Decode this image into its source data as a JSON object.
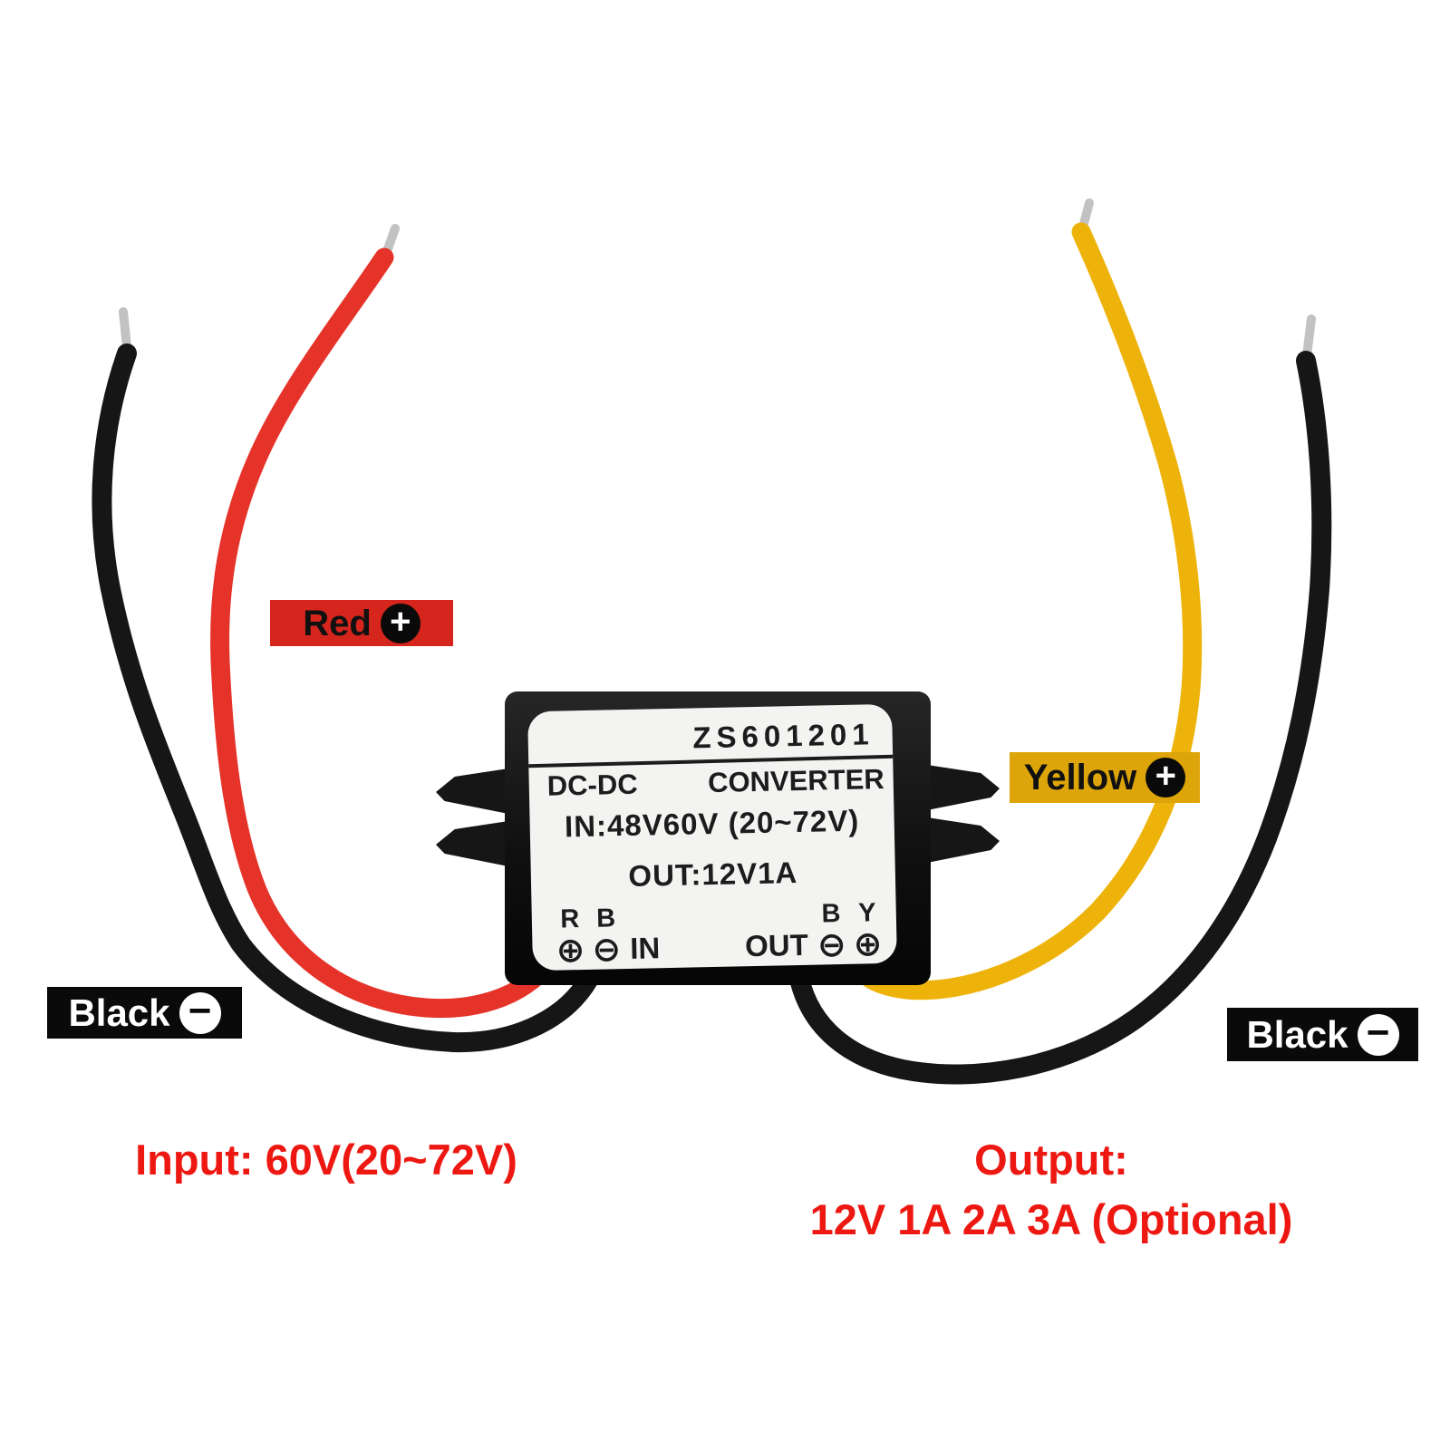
{
  "module": {
    "model": "ZS601201",
    "type_left": "DC-DC",
    "type_right": "CONVERTER",
    "input_spec": "IN:48V60V (20~72V)",
    "output_spec": "OUT:12V1A",
    "in_terminals": {
      "l1": "R",
      "l2": "B",
      "screw1": "⊕",
      "screw2": "⊖",
      "label": "IN"
    },
    "out_terminals": {
      "l1": "B",
      "l2": "Y",
      "screw1": "⊖",
      "screw2": "⊕",
      "label": "OUT"
    }
  },
  "wire_labels": {
    "red": {
      "text": "Red",
      "polarity": "+"
    },
    "yellow": {
      "text": "Yellow",
      "polarity": "+"
    },
    "black_left": {
      "text": "Black",
      "polarity": "−"
    },
    "black_right": {
      "text": "Black",
      "polarity": "−"
    }
  },
  "captions": {
    "input": "Input: 60V(20~72V)",
    "output_line1": "Output:",
    "output_line2": "12V 1A 2A 3A (Optional)"
  },
  "colors": {
    "wire_red": "#e5332a",
    "wire_yellow": "#eeb30a",
    "wire_black": "#161616",
    "wire_tip": "#c2c2c2",
    "banner_red_bg": "#d5251c",
    "banner_yellow_bg": "#dda50a",
    "banner_black_bg": "#0a0a0a",
    "caption_red": "#ee1812",
    "module_body": "#141414",
    "module_label_bg": "#f3f3f1"
  }
}
